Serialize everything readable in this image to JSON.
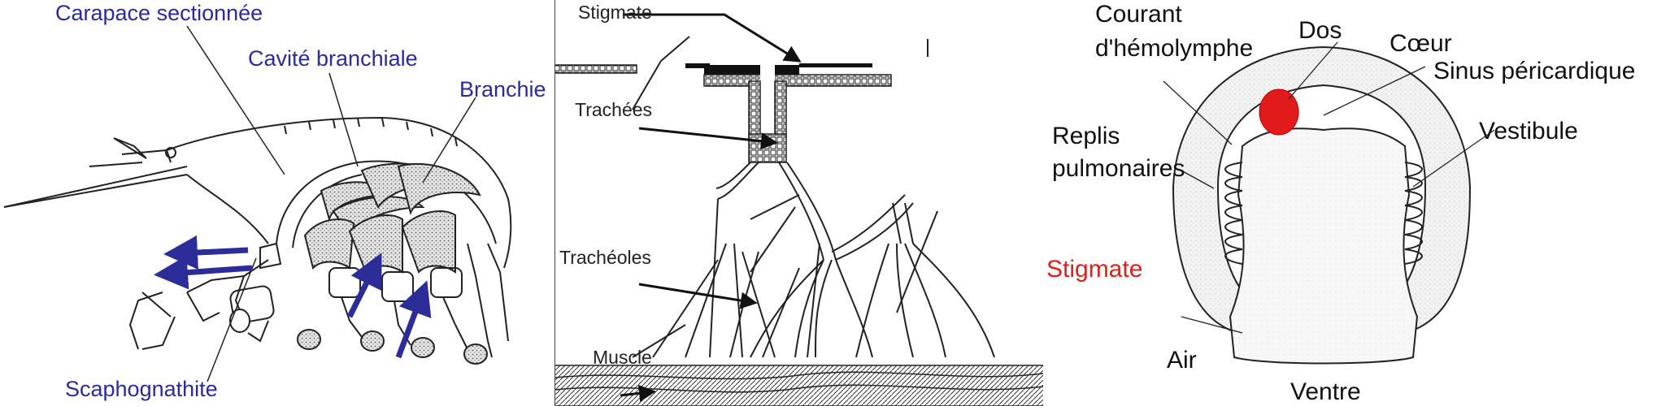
{
  "panel_crustace": {
    "labels": {
      "carapace": "Carapace sectionnée",
      "cavite": "Cavité branchiale",
      "branchie": "Branchie",
      "scaphognathite": "Scaphognathite"
    },
    "colors": {
      "label": "#2b2b9a",
      "arrow": "#2d2d9a"
    }
  },
  "panel_trachees": {
    "labels": {
      "stigmate": "Stigmate",
      "trachees": "Trachées",
      "tracheoles": "Trachéoles",
      "muscle": "Muscle"
    }
  },
  "panel_poumon": {
    "labels": {
      "courant_line1": "Courant",
      "courant_line2": "d'hémolymphe",
      "dos": "Dos",
      "coeur": "Cœur",
      "sinus": "Sinus péricardique",
      "replis_line1": "Replis",
      "replis_line2": "pulmonaires",
      "vestibule": "Vestibule",
      "stigmate": "Stigmate",
      "air": "Air",
      "ventre": "Ventre"
    },
    "colors": {
      "coeur": "#e11b1b",
      "stigmate": "#e0201c"
    }
  }
}
